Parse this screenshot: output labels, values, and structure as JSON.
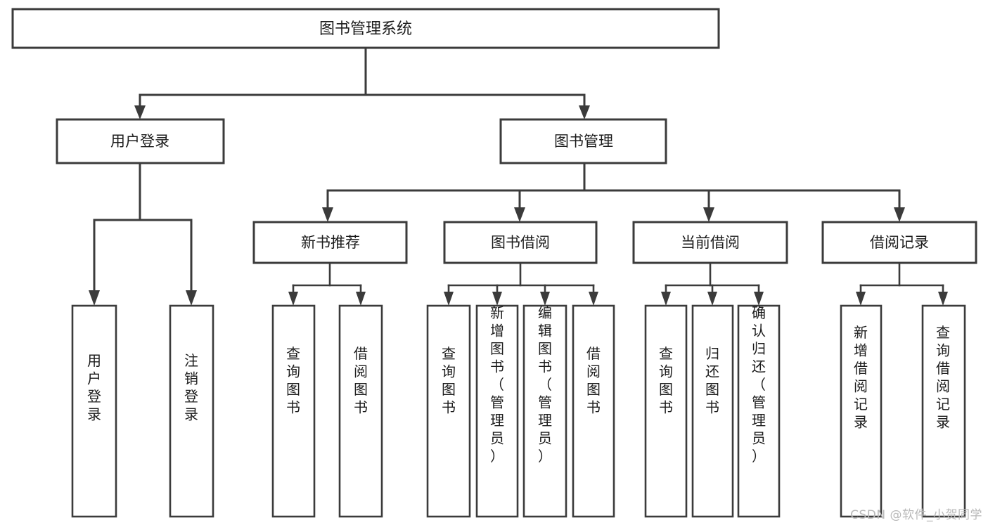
{
  "diagram": {
    "title": "图书管理系统",
    "type": "tree-hierarchy-functional-structure",
    "watermark": "CSDN @软件_小贺同学",
    "colors": {
      "stroke": "#3b3b3b",
      "fill": "#ffffff",
      "text": "#1c1c1c",
      "watermark": "#b9b9b9"
    },
    "root": {
      "label": "图书管理系统"
    },
    "level2": [
      {
        "label": "用户登录"
      },
      {
        "label": "图书管理"
      }
    ],
    "level3": [
      {
        "label": "新书推荐"
      },
      {
        "label": "图书借阅"
      },
      {
        "label": "当前借阅"
      },
      {
        "label": "借阅记录"
      }
    ],
    "leaves": {
      "user_login": [
        {
          "label": "用户登录"
        },
        {
          "label": "注销登录"
        }
      ],
      "new_book_recommend": [
        {
          "label": "查询图书"
        },
        {
          "label": "借阅图书"
        }
      ],
      "book_borrow": [
        {
          "label": "查询图书"
        },
        {
          "label": "新增图书（管理员）"
        },
        {
          "label": "编辑图书（管理员）"
        },
        {
          "label": "借阅图书"
        }
      ],
      "current_borrow": [
        {
          "label": "查询图书"
        },
        {
          "label": "归还图书"
        },
        {
          "label": "确认归还（管理员）"
        }
      ],
      "borrow_record": [
        {
          "label": "新增借阅记录"
        },
        {
          "label": "查询借阅记录"
        }
      ]
    }
  }
}
